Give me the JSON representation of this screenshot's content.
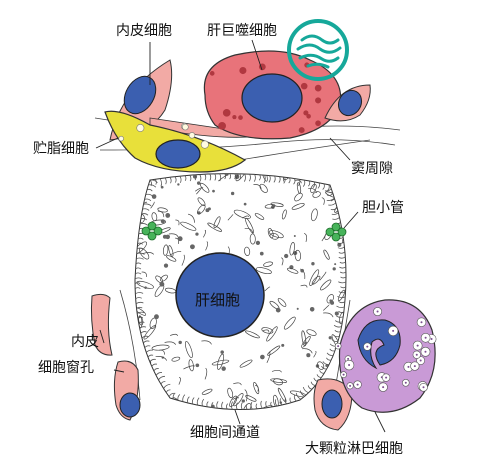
{
  "labels": {
    "endothelial_cell": "内皮细胞",
    "kupffer_cell": "肝巨噬细胞",
    "fat_storing_cell": "贮脂细胞",
    "space_of_disse": "窦周隙",
    "bile_canaliculus": "胆小管",
    "hepatocyte": "肝细胞",
    "endothelium": "内皮",
    "fenestra": "细胞窗孔",
    "intercellular_channel": "细胞间通道",
    "large_granular_lymphocyte": "大颗粒淋巴细胞"
  },
  "colors": {
    "nucleus": "#3b5fb0",
    "endothelium": "#f2aaa5",
    "kupffer": "#e8737a",
    "fat_storing": "#e8e03a",
    "lymphocyte": "#c99ad6",
    "bile": "#47b35a",
    "logo": "#16a89a"
  },
  "icons": {
    "logo": "logo-icon"
  }
}
